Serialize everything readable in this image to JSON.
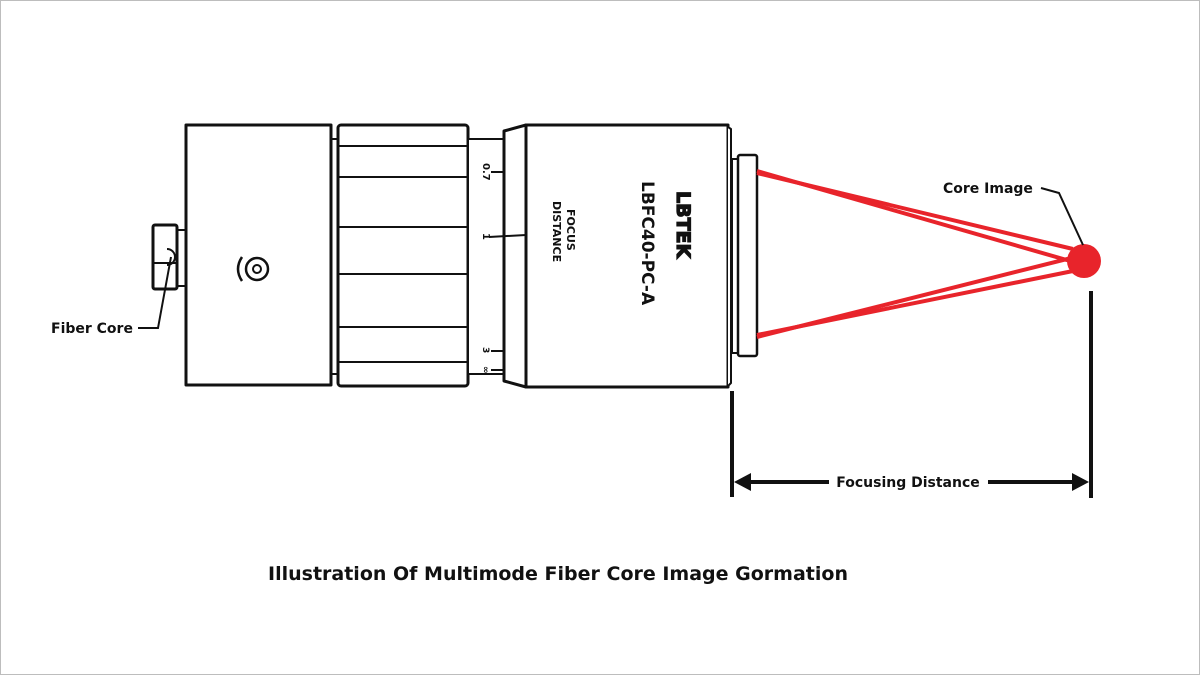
{
  "title": "Illustration Of Multimode Fiber Core Image Gormation",
  "labels": {
    "fiber_core": "Fiber Core",
    "core_image": "Core Image",
    "focusing_distance": "Focusing Distance"
  },
  "lens": {
    "brand": "LBTEK",
    "model": "LBFC40-PC-A",
    "focus_label_line1": "FOCUS",
    "focus_label_line2": "DISTANCE",
    "scale_marks": [
      "0.7",
      "1",
      "3",
      "∞"
    ]
  },
  "colors": {
    "beam": "#e8242b",
    "outline": "#111111"
  }
}
